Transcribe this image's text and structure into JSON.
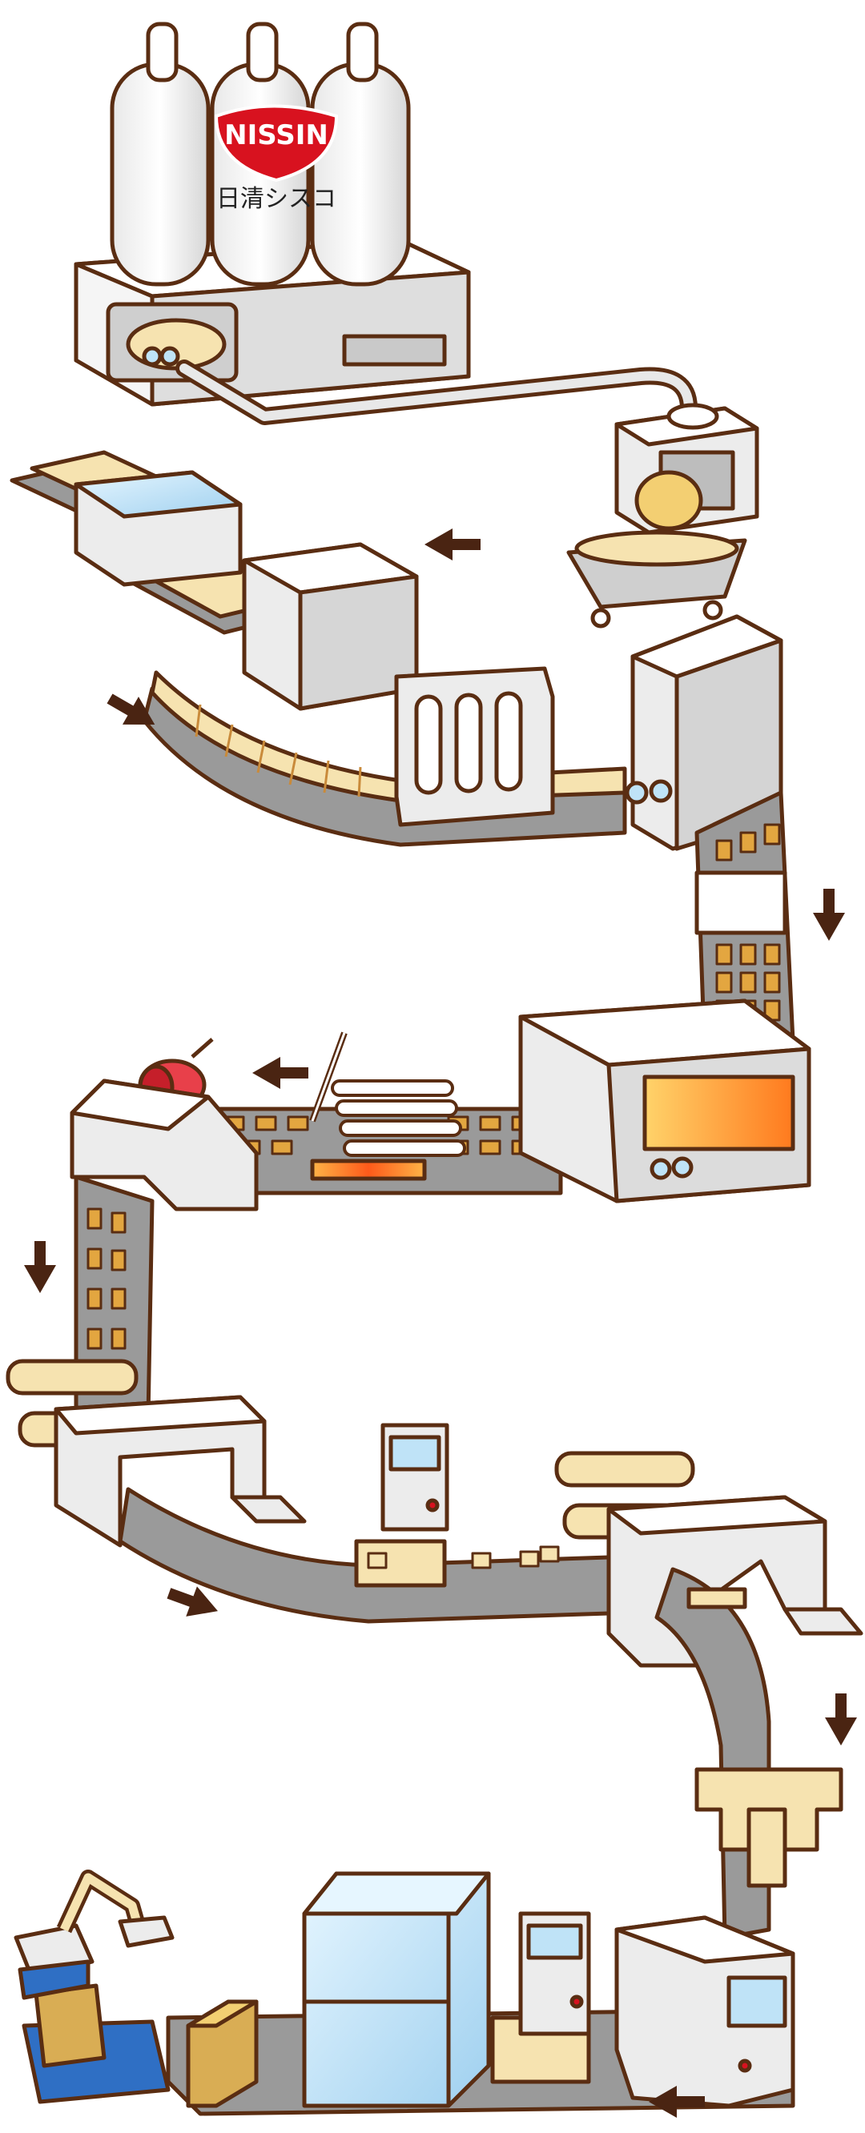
{
  "brand": {
    "logo_text": "NISSIN",
    "company_name": "日清シスコ"
  },
  "colors": {
    "outline": "#5a2d12",
    "machine_white": "#f3f3f3",
    "machine_shadow": "#d2d2d2",
    "conveyor_gray": "#9a9a9a",
    "dough_cream": "#f6e3b0",
    "biscuit_orange": "#e3a640",
    "oven_glow": "#ff9a2e",
    "logo_red": "#d8121f",
    "glass_blue": "#bfe3f7",
    "arrow_brown": "#4a2412",
    "pallet_blue": "#2f6fc4"
  },
  "arrows": [
    {
      "name": "arrow-left",
      "direction": "left"
    },
    {
      "name": "arrow-down-right",
      "direction": "down-right"
    },
    {
      "name": "arrow-down",
      "direction": "down"
    },
    {
      "name": "arrow-left",
      "direction": "left"
    },
    {
      "name": "arrow-down",
      "direction": "down"
    },
    {
      "name": "arrow-down-right",
      "direction": "down-right"
    },
    {
      "name": "arrow-down",
      "direction": "down"
    },
    {
      "name": "arrow-left",
      "direction": "left"
    }
  ]
}
